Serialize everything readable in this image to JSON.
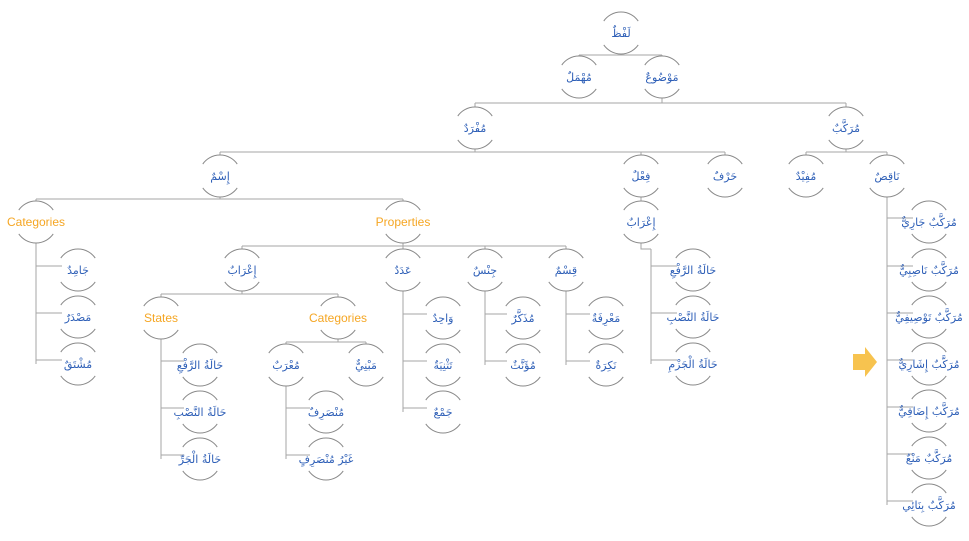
{
  "title": "لَفْظٌ",
  "colors": {
    "arabic_text": "#2e5fb7",
    "english_text": "#f5a623",
    "connector": "#a6a6a6",
    "arc": "#8a8a8a",
    "arrow": "#f7c34f"
  },
  "nodes": {
    "lafz": "لَفْظٌ",
    "mawdu": "مَوْضُوعٌ",
    "muhmal": "مُهْمَلٌ",
    "mufrad": "مُفْرَدٌ",
    "murakkab": "مُرَكَّبٌ",
    "ism": "إِسْمٌ",
    "fil": "فِعْلٌ",
    "harf": "حَرْفٌ",
    "naqis": "نَاقِصٌ",
    "mufid": "مُفِيْدٌ",
    "ism_categories": "Categories",
    "ism_properties": "Properties",
    "jamid": "جَامِدٌ",
    "masdar": "مَصْدَرٌ",
    "mushtaq": "مُشْتَقٌ",
    "irab": "إِعْرَابٌ",
    "adad": "عَدَدٌ",
    "jins": "جِنْسٌ",
    "qism": "قِسْمٌ",
    "states": "States",
    "irab_categories": "Categories",
    "ism_raf": "حَالَةُ الرَّفْعِ",
    "ism_nasb": "حَالَةُ النَّصْبِ",
    "ism_jarr": "حَالَةُ الْجَرِّ",
    "murab": "مُعْرَبٌ",
    "mabni": "مَبْنِيٌّ",
    "munsarif": "مُنْصَرِفٌ",
    "ghayr_munsarif": "غَيْرُ مُنْصَرِفٍ",
    "wahid": "وَاحِدٌ",
    "tathniya": "تَثْنِيَةٌ",
    "jam": "جَمْعٌ",
    "mudhakkar": "مُذَكَّرٌ",
    "muannath": "مُؤَنَّثٌ",
    "marifa": "مَعْرِفَةٌ",
    "nakira": "نَكِرَةٌ",
    "fil_irab": "إِعْرَابٌ",
    "fil_raf": "حَالَةُ الرَّفْعِ",
    "fil_nasb": "حَالَةُ النَّصْبِ",
    "fil_jazm": "حَالَةُ الْجَزْمِ",
    "m_jari": "مُرَكَّبٌ جَارِيٌّ",
    "m_nasibi": "مُرَكَّبٌ نَاصِبِيٌّ",
    "m_tawsifi": "مُرَكَّبٌ تَوْصِيفِيٌّ",
    "m_ishari": "مُرَكَّبٌ إِشَارِيٌّ",
    "m_idafi": "مُرَكَّبٌ إِضَافِيٌّ",
    "m_mana": "مُرَكَّبٌ مَنْعٌ",
    "m_binai": "مُرَكَّبٌ بِنَائِي"
  },
  "highlight": {
    "arrow_points_to": "مُرَكَّبٌ إِشَارِيٌّ",
    "icon": "right-arrow-icon"
  }
}
